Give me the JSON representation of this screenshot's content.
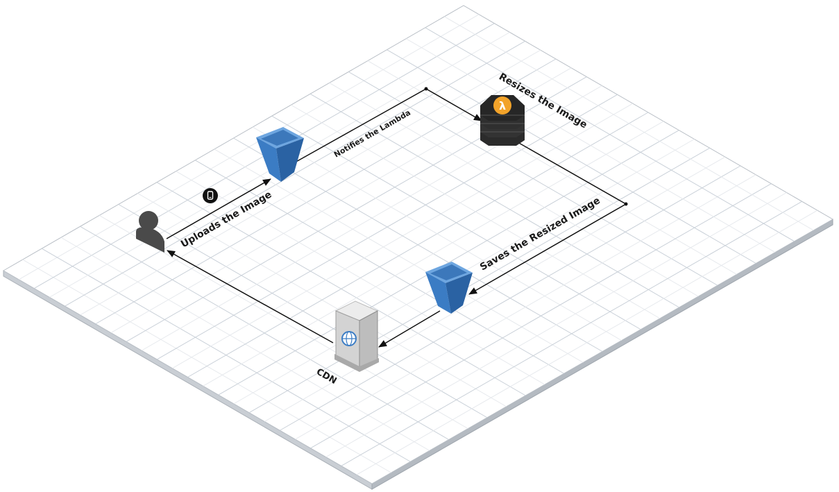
{
  "diagram": {
    "labels": {
      "uploads": "Uploads the Image",
      "notifies": "Notifies the Lambda",
      "resizes": "Resizes the Image",
      "saves": "Saves the Resized Image",
      "cdn": "CDN"
    },
    "nodes": {
      "user": "user-icon",
      "device": "mobile-device-icon",
      "source_bucket": "s3-bucket-icon",
      "lambda": "lambda-icon",
      "resized_bucket": "s3-bucket-icon",
      "cdn": "cdn-server-icon"
    },
    "colors": {
      "bucket": "#3b7cc4",
      "lambda_accent": "#f2a32a",
      "stack": "#2b2b2b",
      "grid_line": "#d6dbe1",
      "arrow": "#111111"
    }
  }
}
